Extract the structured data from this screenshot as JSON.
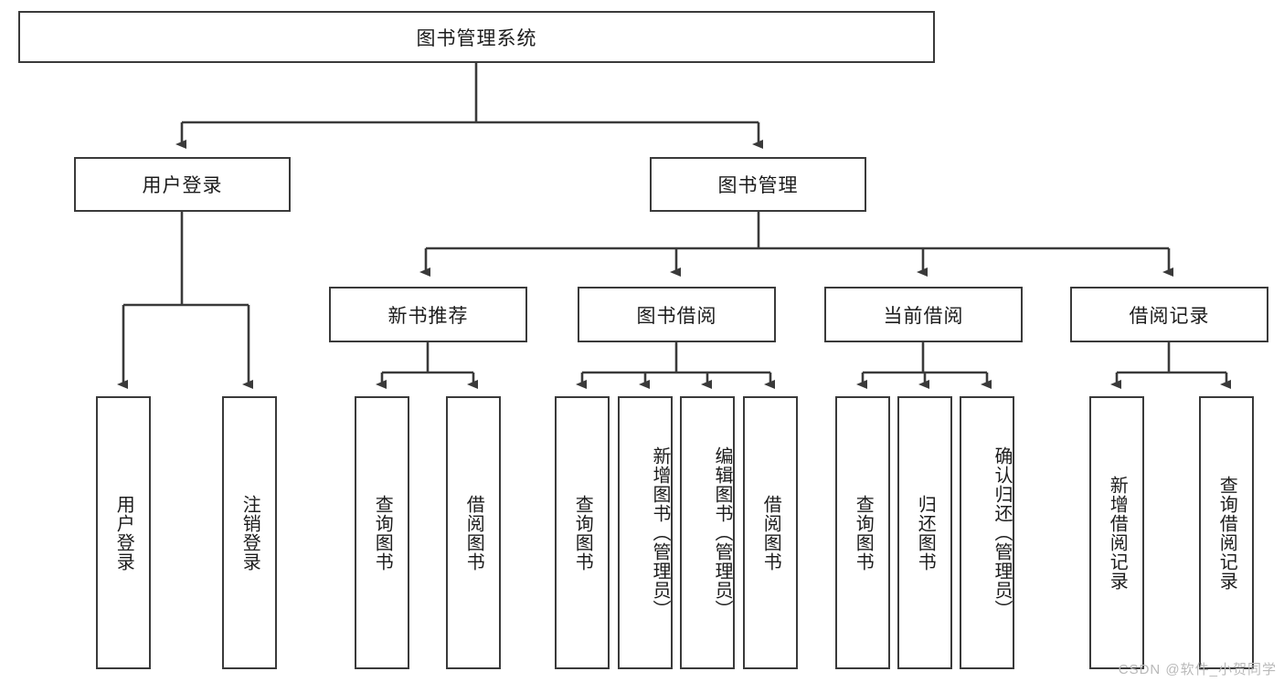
{
  "diagram": {
    "title": "图书管理系统",
    "type": "hierarchy-tree",
    "root": {
      "label": "图书管理系统"
    },
    "level2": [
      {
        "label": "用户登录"
      },
      {
        "label": "图书管理"
      }
    ],
    "level3": [
      {
        "label": "新书推荐",
        "parent": "图书管理"
      },
      {
        "label": "图书借阅",
        "parent": "图书管理"
      },
      {
        "label": "当前借阅",
        "parent": "图书管理"
      },
      {
        "label": "借阅记录",
        "parent": "图书管理"
      }
    ],
    "leaves": [
      {
        "label": "用户登录",
        "parent": "用户登录"
      },
      {
        "label": "注销登录",
        "parent": "用户登录"
      },
      {
        "label": "查询图书",
        "parent": "新书推荐"
      },
      {
        "label": "借阅图书",
        "parent": "新书推荐"
      },
      {
        "label": "查询图书",
        "parent": "图书借阅"
      },
      {
        "label": "新增图书（管理员）",
        "parent": "图书借阅"
      },
      {
        "label": "编辑图书（管理员）",
        "parent": "图书借阅"
      },
      {
        "label": "借阅图书",
        "parent": "图书借阅"
      },
      {
        "label": "查询图书",
        "parent": "当前借阅"
      },
      {
        "label": "归还图书",
        "parent": "当前借阅"
      },
      {
        "label": "确认归还（管理员）",
        "parent": "当前借阅"
      },
      {
        "label": "新增借阅记录",
        "parent": "借阅记录"
      },
      {
        "label": "查询借阅记录",
        "parent": "借阅记录"
      }
    ],
    "watermark": "CSDN @软件_小贺同学",
    "colors": {
      "stroke": "#3a3a3a",
      "fill": "#ffffff",
      "text": "#1c1c1c",
      "watermark": "#b9b9b9"
    }
  }
}
